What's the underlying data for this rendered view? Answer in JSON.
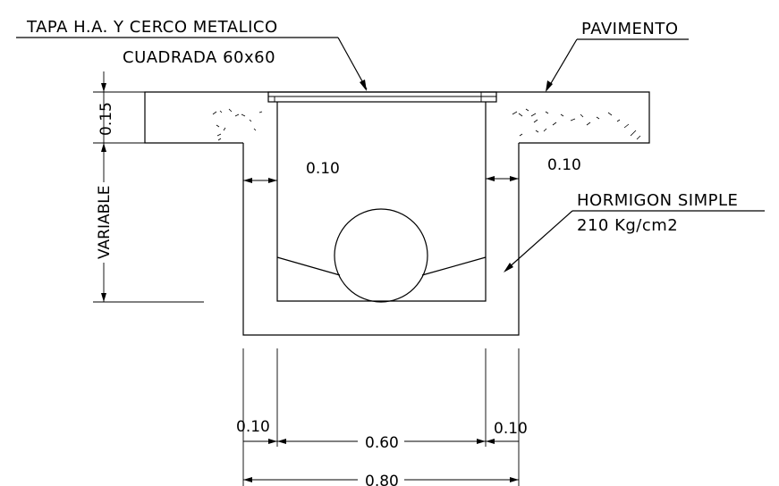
{
  "labels": {
    "cover_line1": "TAPA H.A. Y CERCO METALICO",
    "cover_line2": "CUADRADA 60x60",
    "pavement": "PAVIMENTO",
    "concrete_line1": "HORMIGON  SIMPLE",
    "concrete_line2": "210  Kg/cm2"
  },
  "dimensions": {
    "slab_thickness": "0.15",
    "variable": "VARIABLE",
    "wall_left": "0.10",
    "wall_right": "0.10",
    "bottom_wall_left": "0.10",
    "inner_width": "0.60",
    "bottom_wall_right": "0.10",
    "outer_width": "0.80"
  }
}
